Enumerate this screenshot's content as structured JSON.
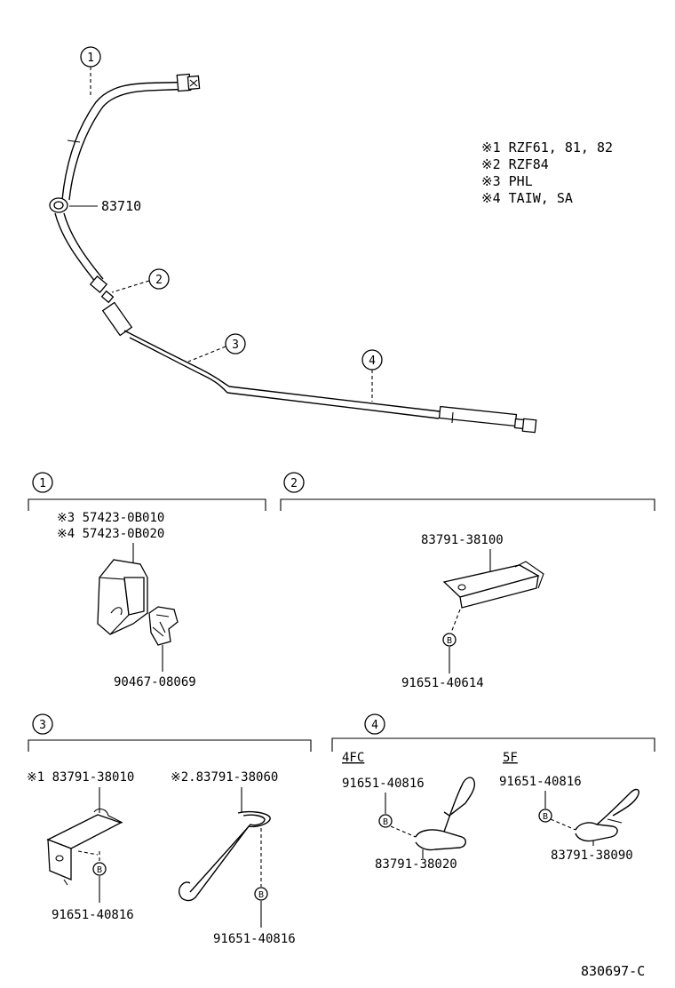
{
  "legend": {
    "lines": [
      "※1  RZF61, 81, 82",
      "※2  RZF84",
      "※3  PHL",
      "※4  TAIW, SA"
    ]
  },
  "callouts": {
    "c1": "1",
    "c2": "2",
    "c3": "3",
    "c4": "4"
  },
  "main": {
    "joint_part": "83710"
  },
  "sections": {
    "s1": {
      "badge": "1",
      "lines": [
        "※3 57423-0B010",
        "※4 57423-0B020"
      ],
      "clip_part": "90467-08069"
    },
    "s2": {
      "badge": "2",
      "bracket_part": "83791-38100",
      "bolt_part": "91651-40614",
      "bolt_badge": "B"
    },
    "s3": {
      "badge": "3",
      "left_part": "※1 83791-38010",
      "right_part": "※2.83791-38060",
      "left_bolt": "91651-40816",
      "right_bolt": "91651-40816",
      "bolt_badge": "B"
    },
    "s4": {
      "badge": "4",
      "variant_a": "4FC",
      "variant_b": "5F",
      "a_bolt": "91651-40816",
      "a_clip": "83791-38020",
      "b_bolt": "91651-40816",
      "b_clip": "83791-38090",
      "bolt_badge": "B"
    }
  },
  "footer": {
    "code": "830697-C"
  }
}
